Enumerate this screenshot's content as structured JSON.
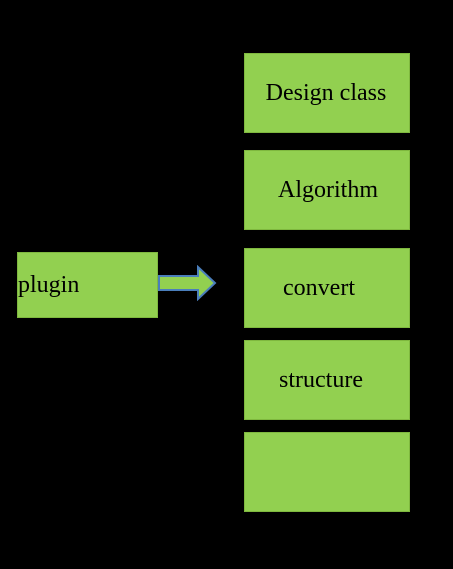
{
  "diagram": {
    "colors": {
      "background": "#000000",
      "box_fill": "#92d050",
      "arrow_fill": "#92d050",
      "arrow_stroke": "#4a7ebb"
    },
    "source": {
      "label": "plugin"
    },
    "arrow": {
      "icon": "right-arrow-icon"
    },
    "stack": {
      "items": [
        {
          "label": "Design class"
        },
        {
          "label": "Algorithm"
        },
        {
          "label": "convert"
        },
        {
          "label": "structure"
        },
        {
          "label": ""
        }
      ]
    }
  }
}
